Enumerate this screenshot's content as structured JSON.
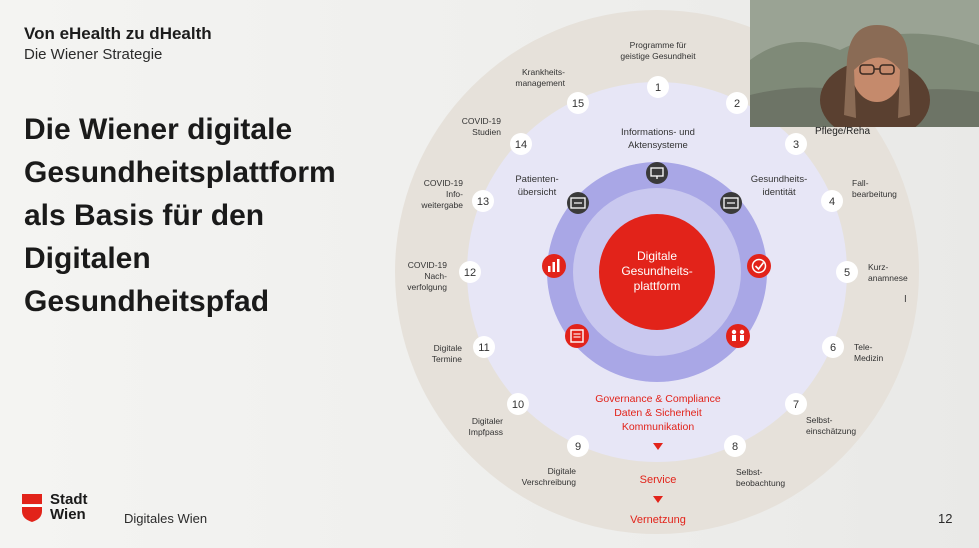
{
  "header": {
    "title": "Von eHealth zu dHealth",
    "subtitle": "Die Wiener Strategie"
  },
  "main_title": {
    "lines": [
      "Die Wiener digitale",
      "Gesundheitsplattform",
      "als Basis für den",
      "Digitalen",
      "Gesundheitspfad"
    ]
  },
  "footer": {
    "logo_line1": "Stadt",
    "logo_line2": "Wien",
    "org": "Digitales Wien",
    "page_number": "12"
  },
  "video": {
    "participant_label": "Pflege/Reha"
  },
  "diagram": {
    "center": [
      "Digitale",
      "Gesundheits-",
      "plattform"
    ],
    "inner_labels": {
      "info": [
        "Informations- und",
        "Aktensysteme"
      ],
      "patient": [
        "Patienten-",
        "übersicht"
      ],
      "identity": [
        "Gesundheits-",
        "identität"
      ]
    },
    "governance": [
      "Governance & Compliance",
      "Daten & Sicherheit",
      "Kommunikation"
    ],
    "service": "Service",
    "vernetzung": "Vernetzung",
    "nodes": [
      {
        "n": "1",
        "label": [
          "Programme für",
          "geistige Gesundheit"
        ]
      },
      {
        "n": "2",
        "label": []
      },
      {
        "n": "3",
        "label": []
      },
      {
        "n": "4",
        "label": [
          "Fall-",
          "bearbeitung"
        ]
      },
      {
        "n": "5",
        "label": [
          "Kurz-",
          "anamnese"
        ]
      },
      {
        "n": "6",
        "label": [
          "Tele-",
          "Medizin"
        ]
      },
      {
        "n": "7",
        "label": [
          "Selbst-",
          "einschätzung"
        ]
      },
      {
        "n": "8",
        "label": [
          "Selbst-",
          "beobachtung"
        ]
      },
      {
        "n": "9",
        "label": [
          "Digitale",
          "Verschreibung"
        ]
      },
      {
        "n": "10",
        "label": [
          "Digitaler",
          "Impfpass"
        ]
      },
      {
        "n": "11",
        "label": [
          "Digitale",
          "Termine"
        ]
      },
      {
        "n": "12",
        "label": [
          "COVID-19",
          "Nach-",
          "verfolgung"
        ]
      },
      {
        "n": "13",
        "label": [
          "COVID-19",
          "Info-",
          "weitergabe"
        ]
      },
      {
        "n": "14",
        "label": [
          "COVID-19",
          "Studien"
        ]
      },
      {
        "n": "15",
        "label": [
          "Krankheits-",
          "management"
        ]
      }
    ],
    "cursor_glyph": "I"
  },
  "colors": {
    "red": "#e2231a",
    "lavender_outer": "#e6e5f6",
    "lavender_mid": "#c9c8ef",
    "lavender_ring": "#a9a7e6",
    "beige": "#e4ded6",
    "dark_icon": "#3a3a3a"
  },
  "icons": [
    "monitor-icon",
    "id-card-icon",
    "id-card-icon",
    "checkmark-icon",
    "people-icon",
    "document-icon",
    "bar-chart-icon"
  ]
}
